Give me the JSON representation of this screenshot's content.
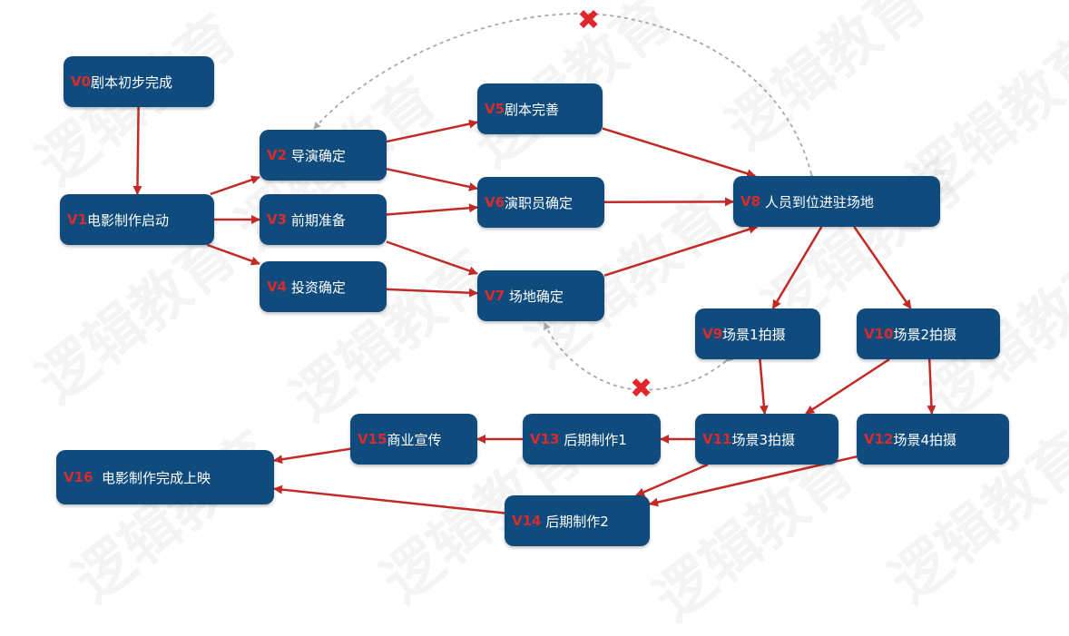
{
  "colors": {
    "node_fill": "#0f4b7c",
    "id_text": "#d92b2b",
    "label_text": "#ffffff",
    "arrow": "#c22a26",
    "dashed": "#a8a8a8",
    "cross": "#e0262b"
  },
  "watermark_text": "逻辑教育",
  "nodes": [
    {
      "key": "v0",
      "id": "V0",
      "label": "剧本初步完成"
    },
    {
      "key": "v1",
      "id": "V1",
      "label": "电影制作启动"
    },
    {
      "key": "v2",
      "id": "V2",
      "label": " 导演确定"
    },
    {
      "key": "v3",
      "id": "V3",
      "label": " 前期准备"
    },
    {
      "key": "v4",
      "id": "V4",
      "label": " 投资确定"
    },
    {
      "key": "v5",
      "id": "V5",
      "label": "剧本完善"
    },
    {
      "key": "v6",
      "id": "V6",
      "label": "演职员确定"
    },
    {
      "key": "v7",
      "id": "V7",
      "label": " 场地确定"
    },
    {
      "key": "v8",
      "id": "V8",
      "label": " 人员到位进驻场地"
    },
    {
      "key": "v9",
      "id": "V9",
      "label": "场景1拍摄"
    },
    {
      "key": "v10",
      "id": "V10",
      "label": "场景2拍摄"
    },
    {
      "key": "v11",
      "id": "V11",
      "label": "场景3拍摄"
    },
    {
      "key": "v12",
      "id": "V12",
      "label": "场景4拍摄"
    },
    {
      "key": "v13",
      "id": "V13",
      "label": " 后期制作1"
    },
    {
      "key": "v14",
      "id": "V14",
      "label": " 后期制作2"
    },
    {
      "key": "v15",
      "id": "V15",
      "label": "商业宣传"
    },
    {
      "key": "v16",
      "id": "V16",
      "label": "  电影制作完成上映"
    }
  ],
  "edges": [
    [
      "v0",
      "v1"
    ],
    [
      "v1",
      "v2"
    ],
    [
      "v1",
      "v3"
    ],
    [
      "v1",
      "v4"
    ],
    [
      "v2",
      "v5"
    ],
    [
      "v2",
      "v6"
    ],
    [
      "v3",
      "v6"
    ],
    [
      "v3",
      "v7"
    ],
    [
      "v4",
      "v7"
    ],
    [
      "v5",
      "v8"
    ],
    [
      "v6",
      "v8"
    ],
    [
      "v7",
      "v8"
    ],
    [
      "v8",
      "v9"
    ],
    [
      "v8",
      "v10"
    ],
    [
      "v9",
      "v11"
    ],
    [
      "v10",
      "v11"
    ],
    [
      "v10",
      "v12"
    ],
    [
      "v11",
      "v13"
    ],
    [
      "v11",
      "v14"
    ],
    [
      "v12",
      "v14"
    ],
    [
      "v13",
      "v15"
    ],
    [
      "v15",
      "v16"
    ],
    [
      "v14",
      "v16"
    ]
  ],
  "dashed_edges": [
    [
      "v8",
      "v2"
    ],
    [
      "v9",
      "v7"
    ]
  ]
}
